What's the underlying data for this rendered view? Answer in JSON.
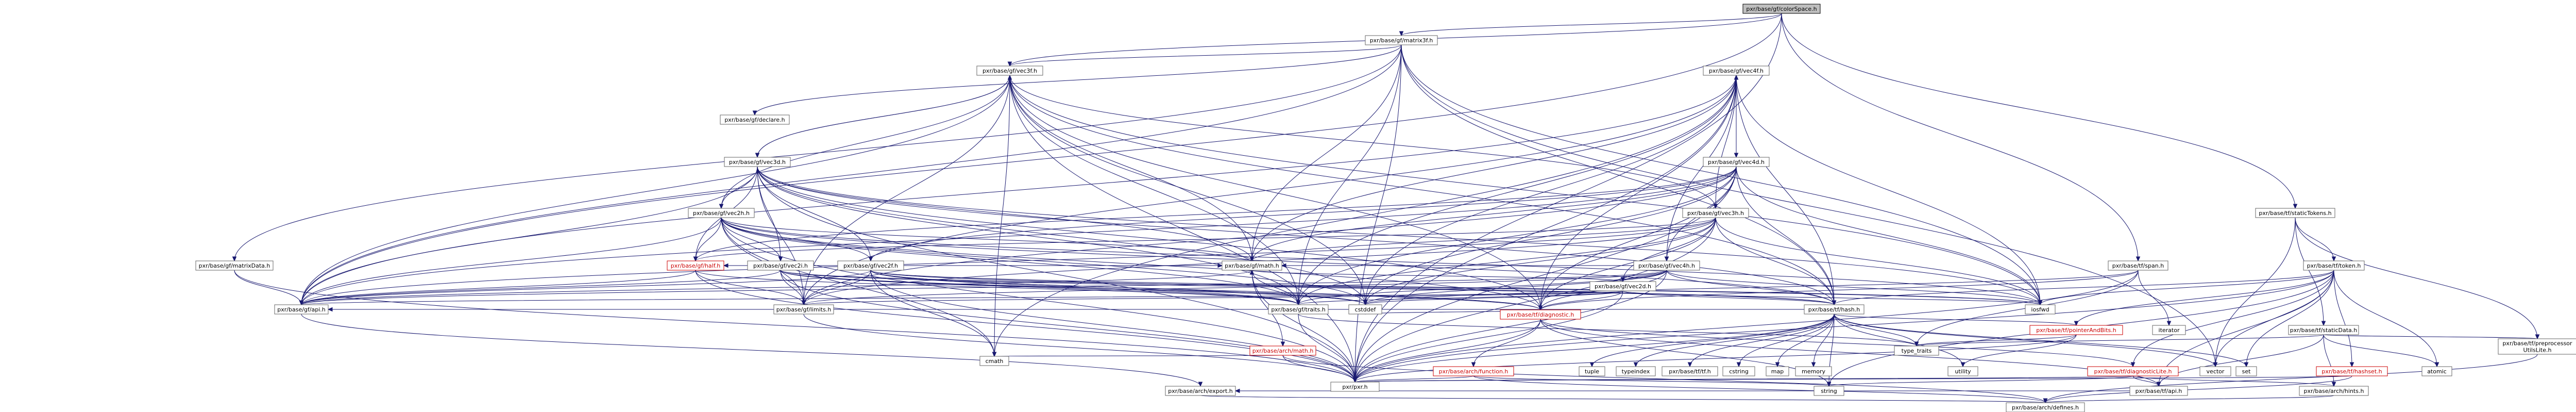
{
  "colors": {
    "edge": "#191970",
    "node_border": "#666666",
    "node_fill": "#ffffff",
    "root_fill": "#bfbfbf",
    "incomplete_border": "#cc0000",
    "text": "#000000",
    "text_incomplete": "#cc0000"
  },
  "nodes": [
    {
      "id": "colorSpace",
      "label": "pxr/base/gf/colorSpace.h",
      "root": true
    },
    {
      "id": "matrix3f",
      "label": "pxr/base/gf/matrix3f.h"
    },
    {
      "id": "vec3f",
      "label": "pxr/base/gf/vec3f.h"
    },
    {
      "id": "vec4f",
      "label": "pxr/base/gf/vec4f.h"
    },
    {
      "id": "declare",
      "label": "pxr/base/gf/declare.h"
    },
    {
      "id": "vec3d",
      "label": "pxr/base/gf/vec3d.h"
    },
    {
      "id": "vec4d",
      "label": "pxr/base/gf/vec4d.h"
    },
    {
      "id": "vec2h",
      "label": "pxr/base/gf/vec2h.h"
    },
    {
      "id": "vec3h",
      "label": "pxr/base/gf/vec3h.h"
    },
    {
      "id": "vec2f",
      "label": "pxr/base/gf/vec2f.h"
    },
    {
      "id": "vec2i",
      "label": "pxr/base/gf/vec2i.h"
    },
    {
      "id": "vec4h",
      "label": "pxr/base/gf/vec4h.h"
    },
    {
      "id": "vec2d",
      "label": "pxr/base/gf/vec2d.h"
    },
    {
      "id": "matrixData",
      "label": "pxr/base/gf/matrixData.h"
    },
    {
      "id": "half",
      "label": "pxr/base/gf/half.h",
      "incomplete": true
    },
    {
      "id": "math",
      "label": "pxr/base/gf/math.h"
    },
    {
      "id": "api",
      "label": "pxr/base/gf/api.h"
    },
    {
      "id": "limits",
      "label": "pxr/base/gf/limits.h"
    },
    {
      "id": "traits",
      "label": "pxr/base/gf/traits.h"
    },
    {
      "id": "archMath",
      "label": "pxr/base/arch/math.h",
      "incomplete": true
    },
    {
      "id": "diagnostic",
      "label": "pxr/base/tf/diagnostic.h",
      "incomplete": true
    },
    {
      "id": "hash",
      "label": "pxr/base/tf/hash.h"
    },
    {
      "id": "staticTokens",
      "label": "pxr/base/tf/staticTokens.h"
    },
    {
      "id": "span",
      "label": "pxr/base/tf/span.h"
    },
    {
      "id": "token",
      "label": "pxr/base/tf/token.h"
    },
    {
      "id": "staticData",
      "label": "pxr/base/tf/staticData.h"
    },
    {
      "id": "preprocessor",
      "label": "pxr/base/tf/preprocessor\nUtilsLite.h",
      "lines": [
        "pxr/base/tf/preprocessor",
        "UtilsLite.h"
      ]
    },
    {
      "id": "pointerAndBits",
      "label": "pxr/base/tf/pointerAndBits.h",
      "incomplete": true
    },
    {
      "id": "diagnosticLite",
      "label": "pxr/base/tf/diagnosticLite.h",
      "incomplete": true
    },
    {
      "id": "hashset",
      "label": "pxr/base/tf/hashset.h",
      "incomplete": true
    },
    {
      "id": "archFunction",
      "label": "pxr/base/arch/function.h",
      "incomplete": true
    },
    {
      "id": "tfApi",
      "label": "pxr/base/tf/api.h"
    },
    {
      "id": "archHints",
      "label": "pxr/base/arch/hints.h"
    },
    {
      "id": "archExport",
      "label": "pxr/base/arch/export.h"
    },
    {
      "id": "archDefines",
      "label": "pxr/base/arch/defines.h"
    },
    {
      "id": "pxr",
      "label": "pxr/pxr.h"
    },
    {
      "id": "tfTf",
      "label": "pxr/base/tf/tf.h"
    },
    {
      "id": "cstddef",
      "label": "cstddef"
    },
    {
      "id": "iosfwd",
      "label": "iosfwd"
    },
    {
      "id": "cmath",
      "label": "cmath"
    },
    {
      "id": "string",
      "label": "string"
    },
    {
      "id": "type_traits",
      "label": "type_traits"
    },
    {
      "id": "utility",
      "label": "utility"
    },
    {
      "id": "vector",
      "label": "vector"
    },
    {
      "id": "set",
      "label": "set"
    },
    {
      "id": "atomic",
      "label": "atomic"
    },
    {
      "id": "iterator",
      "label": "iterator"
    },
    {
      "id": "tuple",
      "label": "tuple"
    },
    {
      "id": "typeindex",
      "label": "typeindex"
    },
    {
      "id": "cstring",
      "label": "cstring"
    },
    {
      "id": "map",
      "label": "map"
    },
    {
      "id": "memory",
      "label": "memory"
    }
  ],
  "edges": [
    [
      "colorSpace",
      "matrix3f"
    ],
    [
      "colorSpace",
      "vec3f"
    ],
    [
      "colorSpace",
      "span"
    ],
    [
      "colorSpace",
      "staticTokens"
    ],
    [
      "colorSpace",
      "pxr"
    ],
    [
      "colorSpace",
      "api"
    ],
    [
      "matrix3f",
      "matrixData"
    ],
    [
      "matrix3f",
      "vec3f"
    ],
    [
      "matrix3f",
      "traits"
    ],
    [
      "matrix3f",
      "math"
    ],
    [
      "matrix3f",
      "hash"
    ],
    [
      "matrix3f",
      "api"
    ],
    [
      "matrix3f",
      "declare"
    ],
    [
      "matrix3f",
      "pxr"
    ],
    [
      "matrix3f",
      "iosfwd"
    ],
    [
      "matrix3f",
      "vector"
    ],
    [
      "vec3f",
      "vec3d"
    ],
    [
      "vec3f",
      "vec2h"
    ],
    [
      "vec3f",
      "vec3h"
    ],
    [
      "vec3f",
      "limits"
    ],
    [
      "vec3f",
      "traits"
    ],
    [
      "vec3f",
      "math"
    ],
    [
      "vec3f",
      "api"
    ],
    [
      "vec3f",
      "hash"
    ],
    [
      "vec3f",
      "diagnostic"
    ],
    [
      "vec3f",
      "pxr"
    ],
    [
      "vec3f",
      "cstddef"
    ],
    [
      "vec3f",
      "cmath"
    ],
    [
      "vec3f",
      "iosfwd"
    ],
    [
      "vec4f",
      "vec4d"
    ],
    [
      "vec4f",
      "vec4h"
    ],
    [
      "vec4f",
      "limits"
    ],
    [
      "vec4f",
      "traits"
    ],
    [
      "vec4f",
      "math"
    ],
    [
      "vec4f",
      "api"
    ],
    [
      "vec4f",
      "hash"
    ],
    [
      "vec4f",
      "diagnostic"
    ],
    [
      "vec4f",
      "pxr"
    ],
    [
      "vec4f",
      "cstddef"
    ],
    [
      "vec4f",
      "cmath"
    ],
    [
      "vec4f",
      "iosfwd"
    ],
    [
      "vec3d",
      "vec2h"
    ],
    [
      "vec3d",
      "vec2f"
    ],
    [
      "vec3d",
      "vec2i"
    ],
    [
      "vec3d",
      "vec3f"
    ],
    [
      "vec3d",
      "half"
    ],
    [
      "vec3d",
      "math"
    ],
    [
      "vec3d",
      "limits"
    ],
    [
      "vec3d",
      "traits"
    ],
    [
      "vec3d",
      "api"
    ],
    [
      "vec3d",
      "hash"
    ],
    [
      "vec3d",
      "diagnostic"
    ],
    [
      "vec3d",
      "pxr"
    ],
    [
      "vec3d",
      "cstddef"
    ],
    [
      "vec3d",
      "iosfwd"
    ],
    [
      "vec4d",
      "vec4f"
    ],
    [
      "vec4d",
      "vec4h"
    ],
    [
      "vec4d",
      "vec2f"
    ],
    [
      "vec4d",
      "half"
    ],
    [
      "vec4d",
      "math"
    ],
    [
      "vec4d",
      "limits"
    ],
    [
      "vec4d",
      "traits"
    ],
    [
      "vec4d",
      "api"
    ],
    [
      "vec4d",
      "hash"
    ],
    [
      "vec4d",
      "diagnostic"
    ],
    [
      "vec4d",
      "pxr"
    ],
    [
      "vec4d",
      "cstddef"
    ],
    [
      "vec4d",
      "iosfwd"
    ],
    [
      "vec2h",
      "vec2f"
    ],
    [
      "vec2h",
      "vec2i"
    ],
    [
      "vec2h",
      "half"
    ],
    [
      "vec2h",
      "limits"
    ],
    [
      "vec2h",
      "traits"
    ],
    [
      "vec2h",
      "math"
    ],
    [
      "vec2h",
      "api"
    ],
    [
      "vec2h",
      "hash"
    ],
    [
      "vec2h",
      "diagnostic"
    ],
    [
      "vec2h",
      "pxr"
    ],
    [
      "vec2h",
      "cstddef"
    ],
    [
      "vec2h",
      "cmath"
    ],
    [
      "vec2h",
      "iosfwd"
    ],
    [
      "vec3h",
      "vec4f"
    ],
    [
      "vec3h",
      "vec2d"
    ],
    [
      "vec3h",
      "half"
    ],
    [
      "vec3h",
      "limits"
    ],
    [
      "vec3h",
      "traits"
    ],
    [
      "vec3h",
      "math"
    ],
    [
      "vec3h",
      "api"
    ],
    [
      "vec3h",
      "hash"
    ],
    [
      "vec3h",
      "diagnostic"
    ],
    [
      "vec3h",
      "pxr"
    ],
    [
      "vec3h",
      "cstddef"
    ],
    [
      "vec3h",
      "iosfwd"
    ],
    [
      "vec4h",
      "vec2d"
    ],
    [
      "vec4h",
      "half"
    ],
    [
      "vec4h",
      "limits"
    ],
    [
      "vec4h",
      "traits"
    ],
    [
      "vec4h",
      "math"
    ],
    [
      "vec4h",
      "api"
    ],
    [
      "vec4h",
      "hash"
    ],
    [
      "vec4h",
      "diagnostic"
    ],
    [
      "vec4h",
      "pxr"
    ],
    [
      "vec4h",
      "cstddef"
    ],
    [
      "vec4h",
      "iosfwd"
    ],
    [
      "vec2f",
      "api"
    ],
    [
      "vec2f",
      "limits"
    ],
    [
      "vec2f",
      "traits"
    ],
    [
      "vec2f",
      "math"
    ],
    [
      "vec2f",
      "hash"
    ],
    [
      "vec2f",
      "diagnostic"
    ],
    [
      "vec2f",
      "pxr"
    ],
    [
      "vec2f",
      "cstddef"
    ],
    [
      "vec2f",
      "cmath"
    ],
    [
      "vec2f",
      "iosfwd"
    ],
    [
      "vec2i",
      "api"
    ],
    [
      "vec2i",
      "limits"
    ],
    [
      "vec2i",
      "traits"
    ],
    [
      "vec2i",
      "math"
    ],
    [
      "vec2i",
      "hash"
    ],
    [
      "vec2i",
      "diagnostic"
    ],
    [
      "vec2i",
      "pxr"
    ],
    [
      "vec2i",
      "cstddef"
    ],
    [
      "vec2i",
      "iosfwd"
    ],
    [
      "vec2d",
      "api"
    ],
    [
      "vec2d",
      "limits"
    ],
    [
      "vec2d",
      "traits"
    ],
    [
      "vec2d",
      "math"
    ],
    [
      "vec2d",
      "hash"
    ],
    [
      "vec2d",
      "diagnostic"
    ],
    [
      "vec2d",
      "pxr"
    ],
    [
      "vec2d",
      "cstddef"
    ],
    [
      "vec2d",
      "iosfwd"
    ],
    [
      "matrixData",
      "api"
    ],
    [
      "matrixData",
      "pxr"
    ],
    [
      "half",
      "api"
    ],
    [
      "half",
      "limits"
    ],
    [
      "half",
      "traits"
    ],
    [
      "half",
      "pxr"
    ],
    [
      "math",
      "archMath"
    ],
    [
      "math",
      "api"
    ],
    [
      "math",
      "traits"
    ],
    [
      "math",
      "pxr"
    ],
    [
      "api",
      "archExport"
    ],
    [
      "limits",
      "pxr"
    ],
    [
      "traits",
      "type_traits"
    ],
    [
      "traits",
      "pxr"
    ],
    [
      "archMath",
      "archDefines"
    ],
    [
      "archMath",
      "cmath"
    ],
    [
      "archMath",
      "pxr"
    ],
    [
      "diagnostic",
      "archFunction"
    ],
    [
      "diagnostic",
      "tfApi"
    ],
    [
      "diagnostic",
      "diagnosticLite"
    ],
    [
      "diagnostic",
      "pxr"
    ],
    [
      "diagnostic",
      "cstddef"
    ],
    [
      "diagnostic",
      "string"
    ],
    [
      "hash",
      "pointerAndBits"
    ],
    [
      "hash",
      "tfTf"
    ],
    [
      "hash",
      "api"
    ],
    [
      "hash",
      "pxr"
    ],
    [
      "hash",
      "cstring"
    ],
    [
      "hash",
      "map"
    ],
    [
      "hash",
      "memory"
    ],
    [
      "hash",
      "set"
    ],
    [
      "hash",
      "string"
    ],
    [
      "hash",
      "tuple"
    ],
    [
      "hash",
      "typeindex"
    ],
    [
      "hash",
      "type_traits"
    ],
    [
      "hash",
      "utility"
    ],
    [
      "hash",
      "vector"
    ],
    [
      "staticTokens",
      "token"
    ],
    [
      "staticTokens",
      "staticData"
    ],
    [
      "staticTokens",
      "preprocessor"
    ],
    [
      "staticTokens",
      "vector"
    ],
    [
      "span",
      "diagnostic"
    ],
    [
      "span",
      "pxr"
    ],
    [
      "span",
      "cstddef"
    ],
    [
      "span",
      "iterator"
    ],
    [
      "span",
      "type_traits"
    ],
    [
      "token",
      "pointerAndBits"
    ],
    [
      "token",
      "diagnosticLite"
    ],
    [
      "token",
      "hash"
    ],
    [
      "token",
      "hashset"
    ],
    [
      "token",
      "tfApi"
    ],
    [
      "token",
      "pxr"
    ],
    [
      "token",
      "atomic"
    ],
    [
      "token",
      "iosfwd"
    ],
    [
      "token",
      "string"
    ],
    [
      "token",
      "vector"
    ],
    [
      "token",
      "set"
    ],
    [
      "staticData",
      "preprocessor"
    ],
    [
      "staticData",
      "tfApi"
    ],
    [
      "staticData",
      "archHints"
    ],
    [
      "staticData",
      "atomic"
    ],
    [
      "staticData",
      "type_traits"
    ],
    [
      "preprocessor",
      "archDefines"
    ],
    [
      "pointerAndBits",
      "pxr"
    ],
    [
      "pointerAndBits",
      "type_traits"
    ],
    [
      "pointerAndBits",
      "utility"
    ],
    [
      "diagnosticLite",
      "archHints"
    ],
    [
      "diagnosticLite",
      "pxr"
    ],
    [
      "diagnosticLite",
      "tfApi"
    ],
    [
      "diagnosticLite",
      "string"
    ],
    [
      "hashset",
      "pxr"
    ],
    [
      "hashset",
      "archDefines"
    ],
    [
      "archFunction",
      "pxr"
    ],
    [
      "archFunction",
      "archDefines"
    ],
    [
      "archFunction",
      "string"
    ],
    [
      "tfApi",
      "archExport"
    ],
    [
      "archHints",
      "archDefines"
    ],
    [
      "archExport",
      "archDefines"
    ]
  ]
}
